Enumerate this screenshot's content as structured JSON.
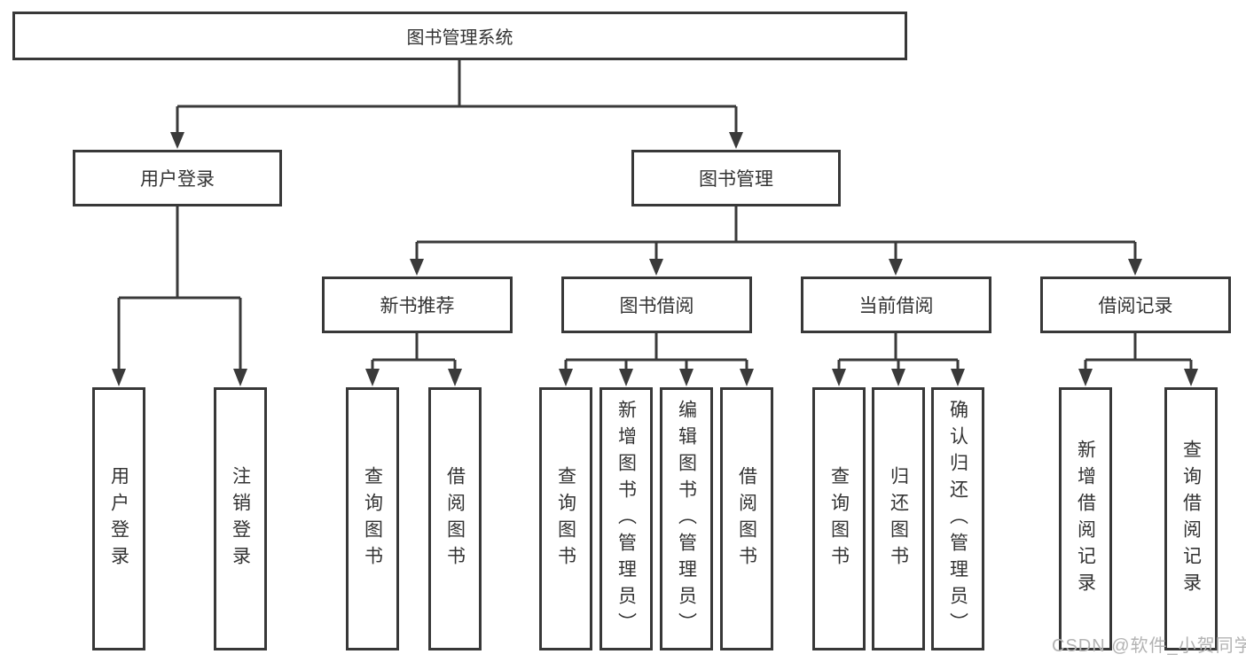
{
  "diagram": {
    "root": {
      "label": "图书管理系统"
    },
    "level2": [
      {
        "label": "用户登录"
      },
      {
        "label": "图书管理"
      }
    ],
    "level3": [
      {
        "label": "新书推荐"
      },
      {
        "label": "图书借阅"
      },
      {
        "label": "当前借阅"
      },
      {
        "label": "借阅记录"
      }
    ],
    "leaves": {
      "login": [
        "用户登录",
        "注销登录"
      ],
      "new_books": [
        "查询图书",
        "借阅图书"
      ],
      "borrow": [
        "查询图书",
        "新增图书（管理员）",
        "编辑图书（管理员）",
        "借阅图书"
      ],
      "current": [
        "查询图书",
        "归还图书",
        "确认归还（管理员）"
      ],
      "records": [
        "新增借阅记录",
        "查询借阅记录"
      ]
    }
  },
  "watermark": {
    "text": "CSDN @软件_小贺同学"
  },
  "colors": {
    "line": "#3a3a3a",
    "box_border": "#383838",
    "text": "#333333",
    "watermark": "#b3b3b3",
    "background": "#ffffff"
  }
}
